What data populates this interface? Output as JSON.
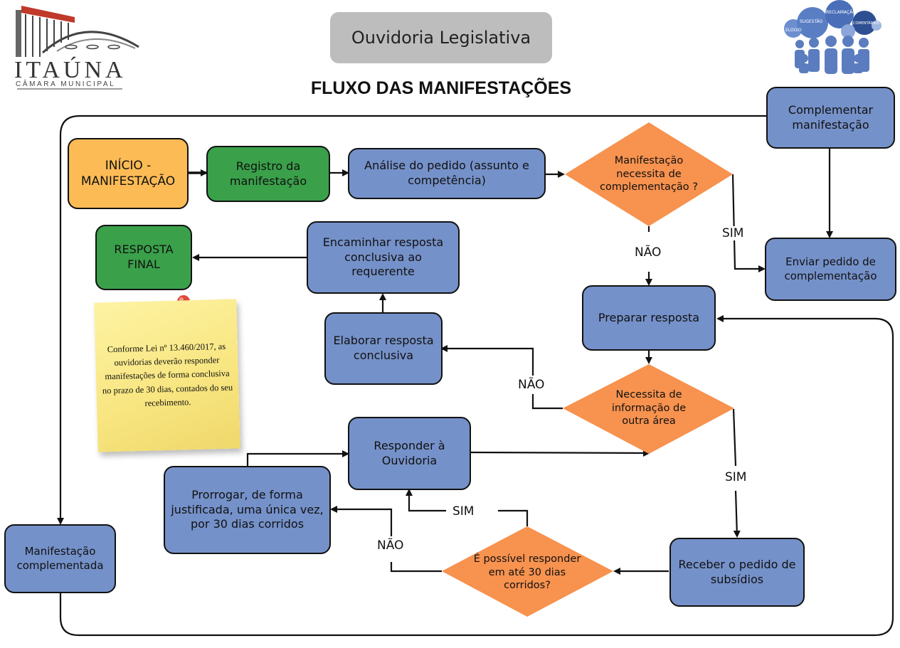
{
  "header": {
    "title": "Ouvidoria Legislativa",
    "heading": "FLUXO DAS MANIFESTAÇÕES"
  },
  "logo": {
    "word": "ITAÚNA",
    "sub": "CÂMARA MUNICIPAL"
  },
  "crowd": {
    "bubbles": [
      "ELOGIO",
      "SUGESTÃO",
      "RECLAMAÇÃO",
      "COMENTÁRIOS"
    ]
  },
  "nodes": {
    "inicio": "INÍCIO - MANIFESTAÇÃO",
    "registro": "Registro da manifestação",
    "analise": "Análise do pedido (assunto e competência)",
    "decisao_complementacao": "Manifestação necessita de complementação ?",
    "complementar": "Complementar manifestação",
    "enviar_pedido": "Enviar pedido de complementação",
    "preparar": "Preparar resposta",
    "decisao_outra_area": "Necessita de informação de outra área",
    "elaborar": "Elaborar resposta conclusiva",
    "encaminhar": "Encaminhar resposta conclusiva ao requerente",
    "resposta_final": "RESPOSTA FINAL",
    "responder_ouvidoria": "Responder à Ouvidoria",
    "prorrogar": "Prorrogar, de forma justificada, uma única vez, por 30 dias corridos",
    "decisao_30_dias": "É possível responder em até 30 dias corridos?",
    "receber_subsidios": "Receber o pedido de subsídios",
    "manifestacao_complementada": "Manifestação complementada"
  },
  "labels": {
    "sim_1": "SIM",
    "nao_1": "NÃO",
    "nao_2": "NÃO",
    "sim_2": "SIM",
    "sim_3": "SIM",
    "nao_3": "NÃO"
  },
  "note": {
    "text": "Conforme Lei nº 13.460/2017, as ouvidorias deverão responder manifestações de forma conclusiva no prazo de 30 dias, contados do seu recebimento."
  },
  "colors": {
    "blue": "#7591c9",
    "green": "#3aa04a",
    "yellow": "#fcbb55",
    "orange": "#f7924f",
    "pill": "#bdbdbd"
  }
}
